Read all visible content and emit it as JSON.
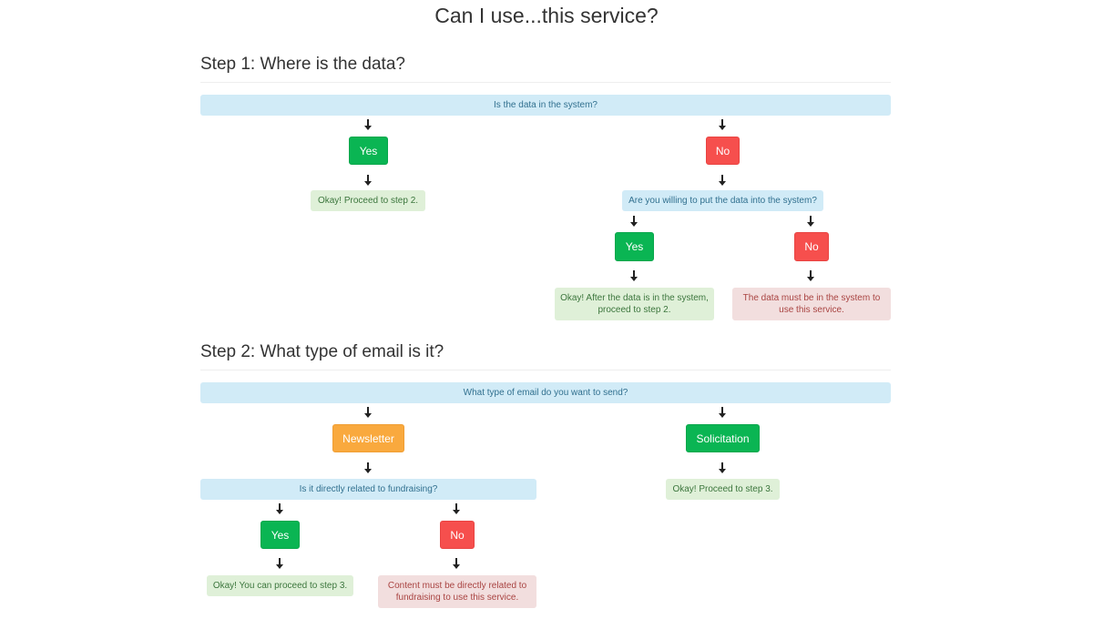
{
  "page": {
    "title": "Can I use...this service?"
  },
  "colors": {
    "info_bg": "#d1ebf7",
    "info_text": "#31708f",
    "success_bg": "#dff0d8",
    "success_text": "#3c763d",
    "danger_bg": "#f2dede",
    "danger_text": "#a94442",
    "yes_button": "#0ab553",
    "no_button": "#f64f4d",
    "newsletter_button": "#f9a93e"
  },
  "step1": {
    "heading": "Step 1: Where is the data?",
    "question": "Is the data in the system?",
    "yes_branch": {
      "button": "Yes",
      "result": "Okay! Proceed to step 2."
    },
    "no_branch": {
      "button": "No",
      "question": "Are you willing to put the data into the system?",
      "yes_branch": {
        "button": "Yes",
        "result": "Okay! After the data is in the system, proceed to step 2."
      },
      "no_branch": {
        "button": "No",
        "result": "The data must be in the system to use this service."
      }
    }
  },
  "step2": {
    "heading": "Step 2: What type of email is it?",
    "question": "What type of email do you want to send?",
    "newsletter_branch": {
      "button": "Newsletter",
      "question": "Is it directly related to fundraising?",
      "yes_branch": {
        "button": "Yes",
        "result": "Okay! You can proceed to step 3."
      },
      "no_branch": {
        "button": "No",
        "result": "Content must be directly related to fundraising to use this service."
      }
    },
    "solicitation_branch": {
      "button": "Solicitation",
      "result": "Okay! Proceed to step 3."
    }
  }
}
